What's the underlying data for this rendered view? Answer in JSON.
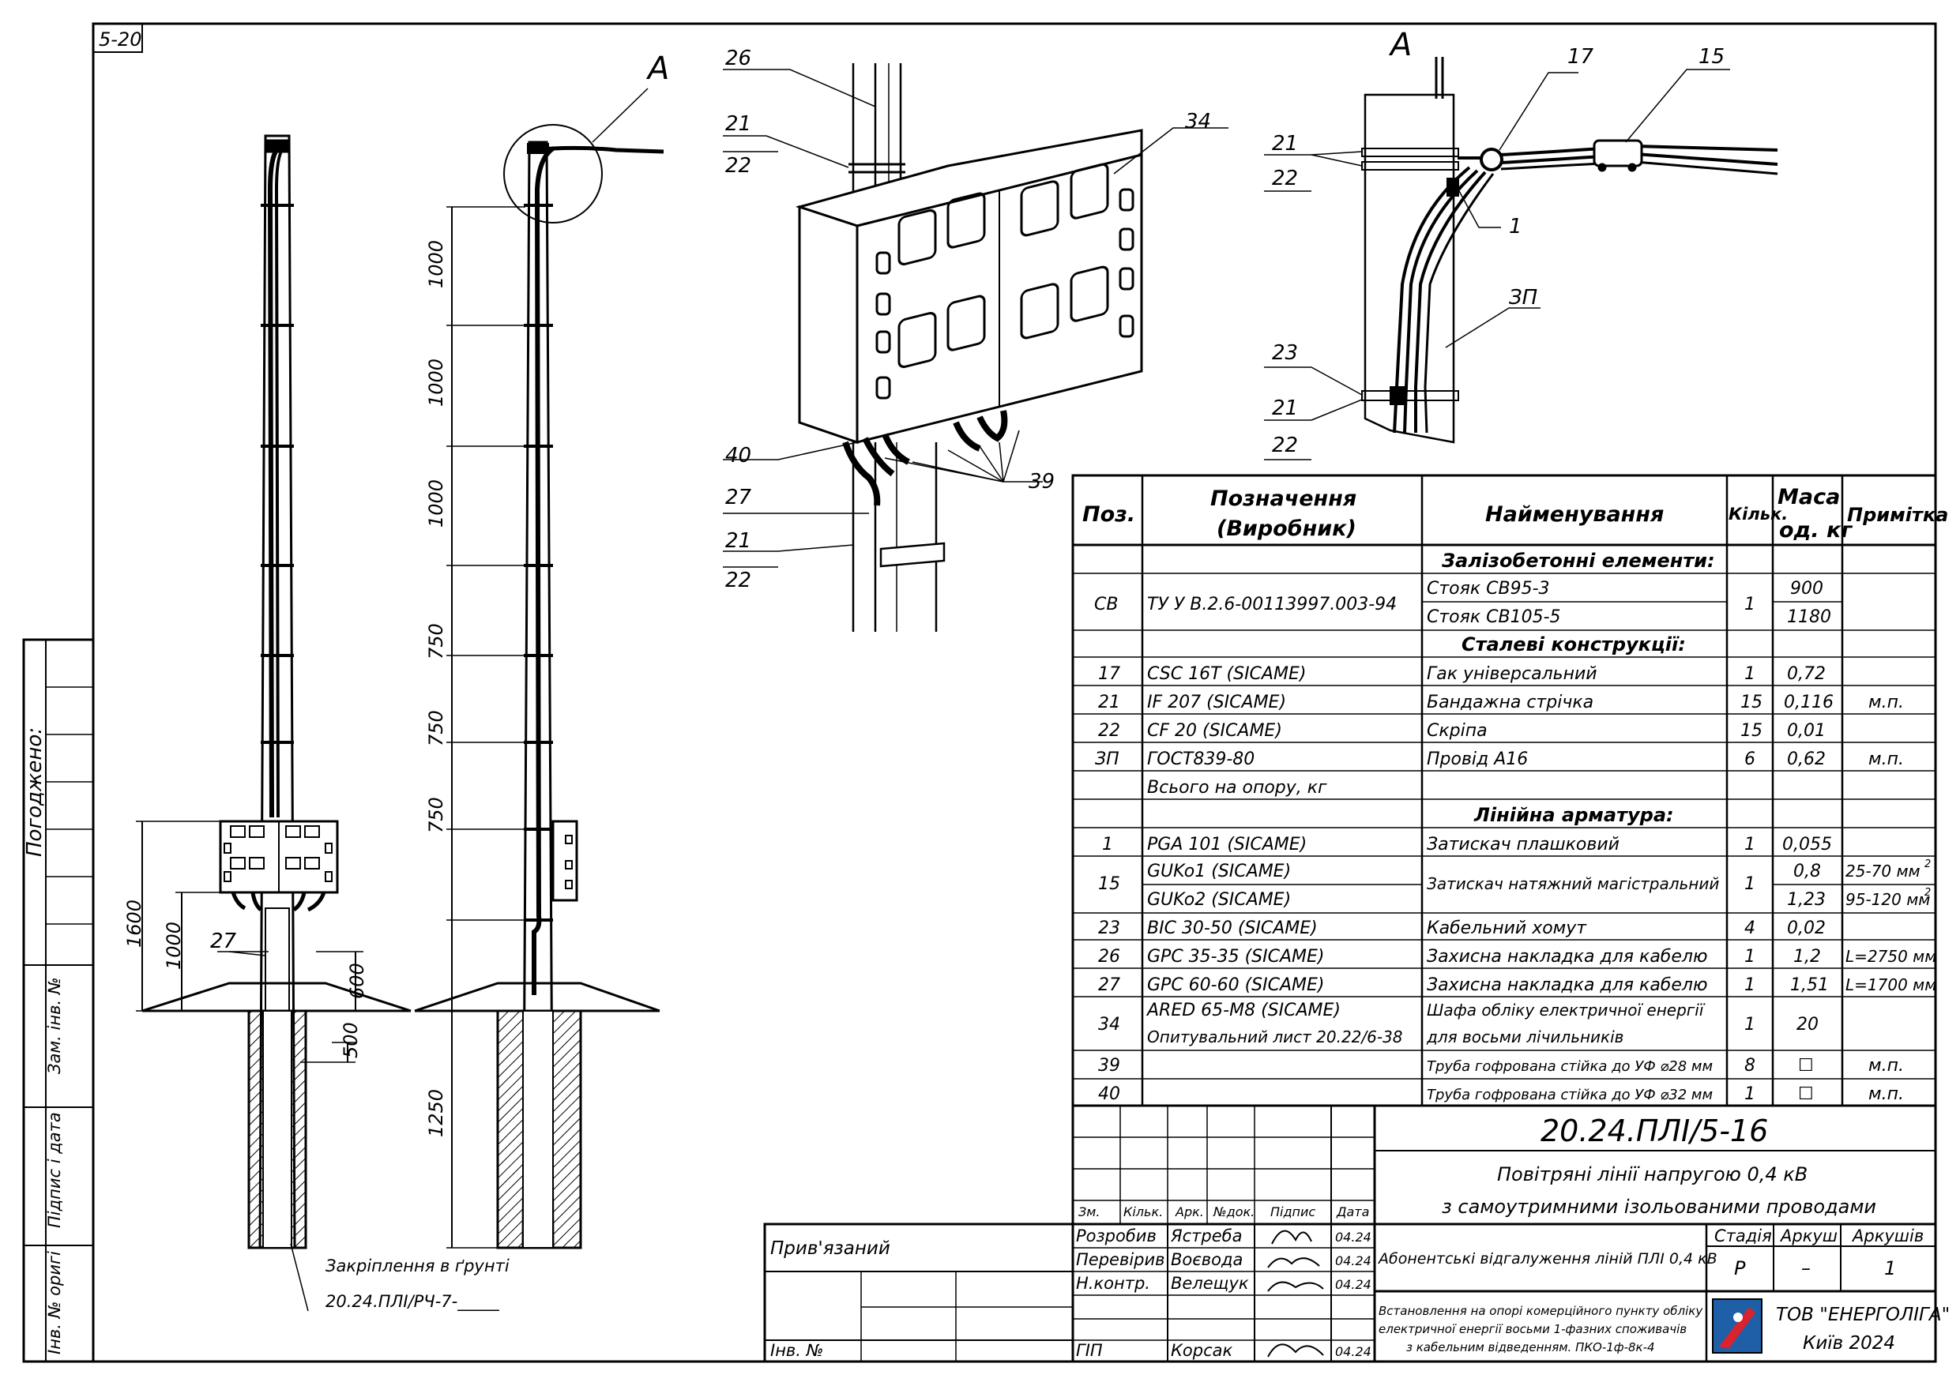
{
  "sheet_code": "5-20",
  "left_strip": {
    "agreed": "Погоджено:",
    "inv_replace": "Зам. інв. №",
    "sign_date": "Підпис і дата",
    "inv_orig": "Інв. № оригі"
  },
  "views": {
    "callout_a": "А",
    "callout_a_detail": "А",
    "dims_pole": [
      "1000",
      "1000",
      "1000",
      "750",
      "750",
      "750",
      "1250"
    ],
    "dims_left": [
      "1600",
      "1000",
      "600",
      "500"
    ],
    "label_27_left": "27",
    "foundation_note": "Закріплення в ґрунті",
    "foundation_ref": "20.24.ПЛІ/РЧ-7-_____"
  },
  "callouts_box": [
    "26",
    "21",
    "22",
    "34",
    "40",
    "27",
    "21",
    "22",
    "39"
  ],
  "callouts_detail": [
    "17",
    "15",
    "21",
    "22",
    "1",
    "ЗП",
    "23",
    "21",
    "22"
  ],
  "table": {
    "headers": {
      "pos": "Поз.",
      "designation_1": "Позначення",
      "designation_2": "(Виробник)",
      "name": "Найменування",
      "qty": "Кільк.",
      "mass_1": "Маса",
      "mass_2": "од. кг",
      "note": "Примітка"
    },
    "sections": {
      "concrete": "Залізобетонні елементи:",
      "steel": "Сталеві конструкції:",
      "line": "Лінійна арматура:"
    },
    "cb": {
      "pos": "СВ",
      "designation": "ТУ У В.2.6-00113997.003-94",
      "name_1": "Стояк СВ95-3",
      "name_2": "Стояк СВ105-5",
      "qty": "1",
      "mass_1": "900",
      "mass_2": "1180"
    },
    "steel_rows": [
      {
        "pos": "17",
        "designation": "CSC 16T   (SICAME)",
        "name": "Гак універсальний",
        "qty": "1",
        "mass": "0,72",
        "note": ""
      },
      {
        "pos": "21",
        "designation": "IF 207   (SICAME)",
        "name": "Бандажна стрічка",
        "qty": "15",
        "mass": "0,116",
        "note": "м.п."
      },
      {
        "pos": "22",
        "designation": "CF 20   (SICAME)",
        "name": "Скріпа",
        "qty": "15",
        "mass": "0,01",
        "note": ""
      },
      {
        "pos": "ЗП",
        "designation": "ГОСТ839-80",
        "name": "Провід А16",
        "qty": "6",
        "mass": "0,62",
        "note": "м.п."
      }
    ],
    "total_label": "Всього на опору, кг",
    "line_row_1": {
      "pos": "1",
      "designation": "PGA 101   (SICAME)",
      "name": "Затискач плашковий",
      "qty": "1",
      "mass": "0,055",
      "note": ""
    },
    "gu": {
      "pos": "15",
      "designation_1": "GUKo1   (SICAME)",
      "designation_2": "GUKo2   (SICAME)",
      "name": "Затискач натяжний магістральний",
      "qty": "1",
      "mass_1": "0,8",
      "mass_2": "1,23",
      "note_1": "25-70 мм",
      "note_2": "95-120 мм",
      "sup": "2"
    },
    "line_rows": [
      {
        "pos": "23",
        "designation": "BIC 30-50   (SICAME)",
        "name": "Кабельний хомут",
        "qty": "4",
        "mass": "0,02",
        "note": ""
      },
      {
        "pos": "26",
        "designation": "GPC 35-35   (SICAME)",
        "name": "Захисна накладка для кабелю",
        "qty": "1",
        "mass": "1,2",
        "note": "L=2750 мм"
      },
      {
        "pos": "27",
        "designation": "GPC 60-60   (SICAME)",
        "name": "Захисна накладка для кабелю",
        "qty": "1",
        "mass": "1,51",
        "note": "L=1700 мм"
      }
    ],
    "ared": {
      "pos": "34",
      "designation_1": "ARED 65-M8   (SICAME)",
      "designation_2": "Опитувальний лист 20.22/6-38",
      "name_1": "Шафа обліку електричної енергії",
      "name_2": "для восьми лічильників",
      "qty": "1",
      "mass": "20"
    },
    "pipe_rows": [
      {
        "pos": "39",
        "name": "Труба гофрована стійка до УФ ⌀28 мм",
        "qty": "8",
        "mass": "☐",
        "note": "м.п."
      },
      {
        "pos": "40",
        "name": "Труба гофрована стійка до УФ ⌀32 мм",
        "qty": "1",
        "mass": "☐",
        "note": "м.п."
      }
    ]
  },
  "title_block": {
    "doc_code": "20.24.ПЛІ/5-16",
    "project_1": "Повітряні лінії напругою 0,4 кВ",
    "project_2": "з самоутримними ізольованими проводами",
    "col_headers": [
      "Зм.",
      "Кільк.",
      "Арк.",
      "№док.",
      "Підпис",
      "Дата"
    ],
    "roles": [
      {
        "role": "Розробив",
        "name": "Ястреба",
        "date": "04.24"
      },
      {
        "role": "Перевірив",
        "name": "Воєвода",
        "date": "04.24"
      },
      {
        "role": "Н.контр.",
        "name": "Велещук",
        "date": "04.24"
      },
      {
        "role": "ГІП",
        "name": "Корсак",
        "date": "04.24"
      }
    ],
    "sheet_title": "Абонентські відгалуження ліній ПЛІ 0,4 кВ",
    "stage_label": "Стадія",
    "sheet_label": "Аркуш",
    "sheets_label": "Аркушів",
    "stage": "Р",
    "sheet": "–",
    "sheets": "1",
    "description_1": "Встановлення на опорі комерційного пункту обліку",
    "description_2": "електричної енергії восьми 1-фазних споживачів",
    "description_3": "з кабельним відведенням. ПКО-1ф-8к-4",
    "company": "ТОВ \"ЕНЕРГОЛІГА\"",
    "city": "Київ 2024",
    "linked": "Прив'язаний",
    "inv_no": "Інв. №"
  }
}
